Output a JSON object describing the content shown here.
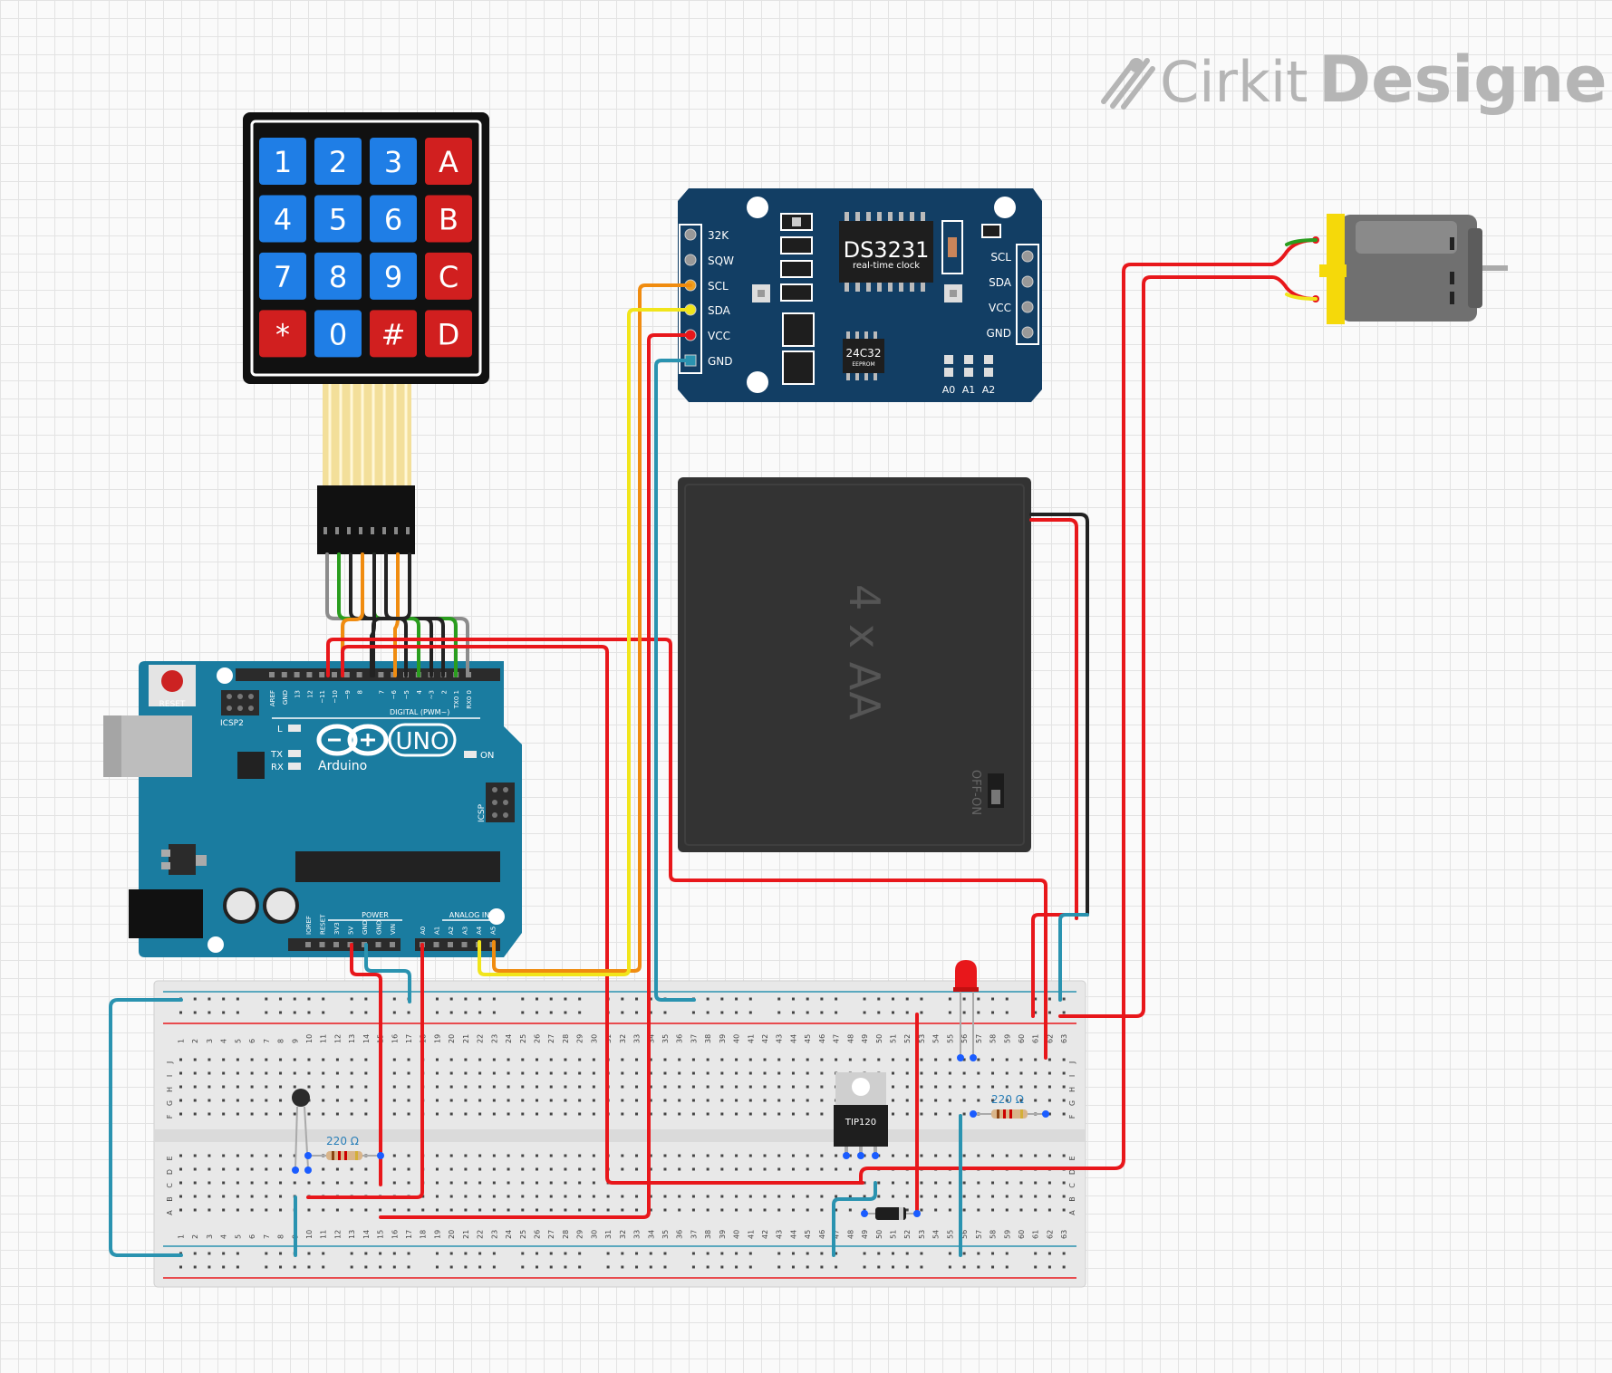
{
  "brand": {
    "name_light": "Cirkit",
    "name_bold": "Designer"
  },
  "keypad": {
    "keys": [
      "1",
      "2",
      "3",
      "A",
      "4",
      "5",
      "6",
      "B",
      "7",
      "8",
      "9",
      "C",
      "*",
      "0",
      "#",
      "D"
    ]
  },
  "rtc": {
    "chip": "DS3231",
    "subtitle": "real-time clock",
    "eeprom": "24C32",
    "eeprom_sub": "EEPROM",
    "left_pins": [
      "32K",
      "SQW",
      "SCL",
      "SDA",
      "VCC",
      "GND"
    ],
    "right_pins": [
      "SCL",
      "SDA",
      "VCC",
      "GND"
    ],
    "addr_pins": [
      "A0",
      "A1",
      "A2"
    ]
  },
  "battery": {
    "label": "4 x AA",
    "switch": "OFF-ON"
  },
  "arduino": {
    "brand": "Arduino",
    "model": "UNO",
    "reset": "RESET",
    "icsp2": "ICSP2",
    "icsp": "ICSP",
    "led_l": "L",
    "led_tx": "TX",
    "led_rx": "RX",
    "led_on": "ON",
    "digital": "DIGITAL (PWM~)",
    "power": "POWER",
    "analog": "ANALOG IN",
    "digital_pins": [
      "AREF",
      "GND",
      "13",
      "12",
      "~11",
      "~10",
      "~9",
      "8",
      "7",
      "~6",
      "~5",
      "4",
      "~3",
      "2",
      "TX0 1",
      "RX0 0"
    ],
    "power_pins": [
      "IOREF",
      "RESET",
      "3V3",
      "5V",
      "GND",
      "GND",
      "VIN"
    ],
    "analog_pins": [
      "A0",
      "A1",
      "A2",
      "A3",
      "A4",
      "A5"
    ]
  },
  "transistor": {
    "label": "TIP120"
  },
  "resistor1": {
    "label": "220 Ω"
  },
  "resistor2": {
    "label": "220 Ω"
  },
  "breadboard": {
    "rows_top": [
      "J",
      "I",
      "H",
      "G",
      "F"
    ],
    "rows_bottom": [
      "E",
      "D",
      "C",
      "B",
      "A"
    ],
    "columns": 63
  },
  "colors": {
    "wire_red": "#e8171b",
    "wire_blue": "#2a93b0",
    "wire_yellow": "#f1e51b",
    "wire_orange": "#f08c10",
    "wire_green": "#2a9d1e",
    "wire_black": "#222222",
    "wire_gray": "#8c8c8c",
    "arduino": "#1a7ca0",
    "rtc": "#123e64",
    "key_blue": "#1f7ee6",
    "key_red": "#d11f1f",
    "motor_yellow": "#f5d90a"
  }
}
